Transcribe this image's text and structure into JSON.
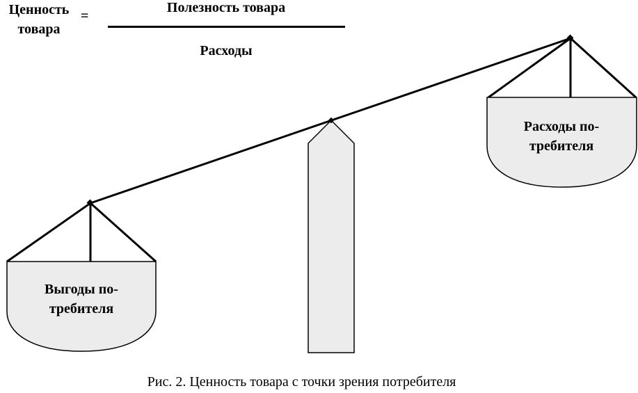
{
  "formula": {
    "lhs_line1": "Ценность",
    "lhs_line2": "товара",
    "equals": "=",
    "numerator": "Полезность товара",
    "denominator": "Расходы"
  },
  "scale": {
    "left_pan_line1": "Выгоды по-",
    "left_pan_line2": "требителя",
    "right_pan_line1": "Расходы по-",
    "right_pan_line2": "требителя"
  },
  "caption": "Рис. 2. Ценность товара с точки зрения потребителя"
}
